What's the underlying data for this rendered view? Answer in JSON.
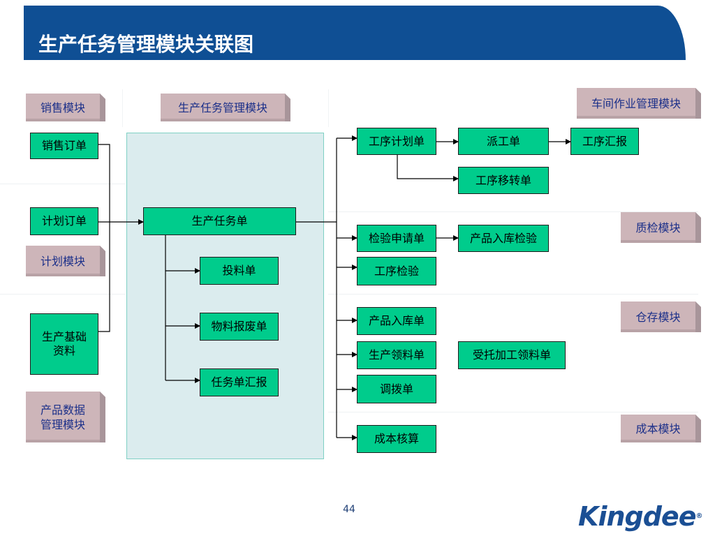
{
  "title": "生产任务管理模块关联图",
  "page_number": "44",
  "logo": {
    "text": "Kingdee",
    "mark": "®"
  },
  "modules": {
    "sales": "销售模块",
    "production_task": "生产任务管理模块",
    "workshop": "车间作业管理模块",
    "planning": "计划模块",
    "quality": "质检模块",
    "warehouse": "仓存模块",
    "product_data": "产品数据\n管理模块",
    "cost": "成本模块"
  },
  "nodes": {
    "sales_order": "销售订单",
    "plan_order": "计划订单",
    "production_basics": "生产基础\n资料",
    "production_task_order": "生产任务单",
    "material_feed": "投料单",
    "material_scrap": "物料报废单",
    "task_report": "任务单汇报",
    "process_plan": "工序计划单",
    "dispatch": "派工单",
    "process_report": "工序汇报",
    "process_transfer": "工序移转单",
    "inspection_request": "检验申请单",
    "product_stockin_inspection": "产品入库检验",
    "process_inspection": "工序检验",
    "product_stockin": "产品入库单",
    "production_picking": "生产领料单",
    "outsourced_picking": "受托加工领料单",
    "transfer": "调拨单",
    "cost_accounting": "成本核算"
  },
  "colors": {
    "title_bar": "#0f4f94",
    "node_fill": "#00cc8c",
    "module_fill": "#cdb5b9",
    "module_text": "#1b2f89",
    "panel_fill": "#dbecee"
  }
}
